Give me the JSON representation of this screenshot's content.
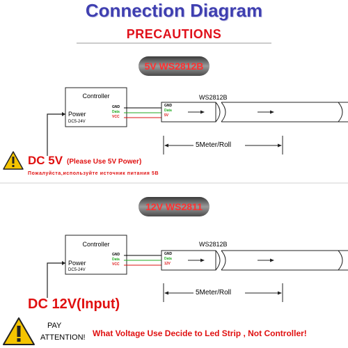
{
  "header": {
    "title": "Connection Diagram",
    "subtitle": "PRECAUTIONS"
  },
  "section_5v": {
    "label": "5V WS2812B",
    "controller_title": "Controller",
    "power_label": "Power",
    "power_range": "DC5-24V",
    "controller_pins": [
      "GND",
      "Data",
      "VCC"
    ],
    "strip_pins": [
      "GND",
      "Data",
      "5V"
    ],
    "strip_name": "WS2812B",
    "length": "5Meter/Roll",
    "dc_label": "DC 5V",
    "dc_note": "(Please Use 5V Power)",
    "russian_note": "Пожалуйста,используйте источник питания 5В"
  },
  "section_12v": {
    "label": "12V WS2811",
    "controller_title": "Controller",
    "power_label": "Power",
    "power_range": "DC5-24V",
    "controller_pins": [
      "GND",
      "Data",
      "VCC"
    ],
    "strip_pins": [
      "GND",
      "Data",
      "12V"
    ],
    "strip_name": "WS2812B",
    "length": "5Meter/Roll",
    "dc_label": "DC 12V(Input)"
  },
  "footer": {
    "pay": "PAY",
    "attention": "ATTENTION!",
    "note": "What Voltage Use Decide to Led Strip , Not Controller!"
  },
  "colors": {
    "title": "#3f3fb0",
    "warning_red": "#e01010",
    "gnd_wire": "#000000",
    "data_wire": "#22aa22",
    "vcc_wire": "#dd1111",
    "warning_yellow": "#f5c400"
  }
}
